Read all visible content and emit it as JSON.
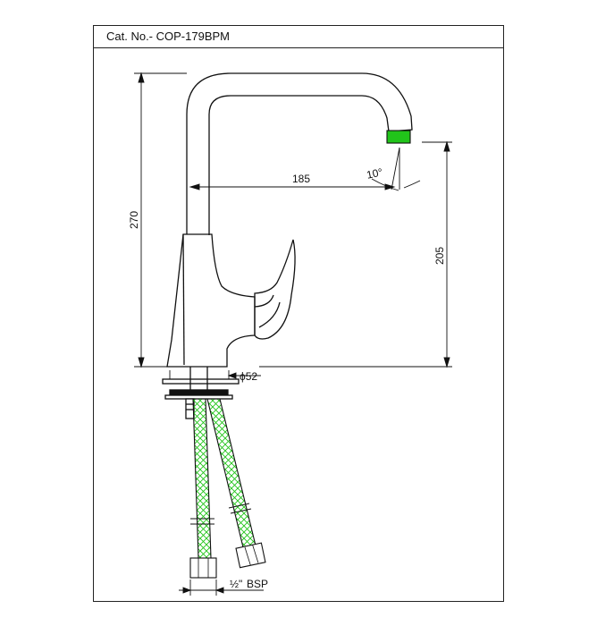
{
  "catalog_number": "Cat. No.- COP-179BPM",
  "dimensions": {
    "total_height": "270",
    "spout_reach": "185",
    "spout_clearance": "205",
    "spout_angle": "10°",
    "base_diameter": "ϕ52",
    "thread_prefix": "½\"",
    "thread_suffix": "BSP"
  },
  "colors": {
    "outline": "#111111",
    "hose_green": "#21c41a"
  }
}
